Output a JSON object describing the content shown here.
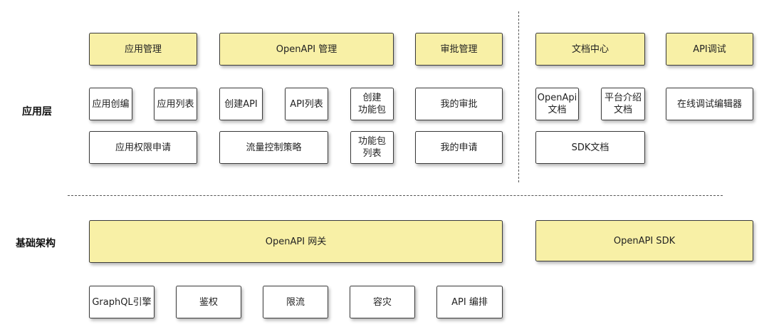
{
  "layers": {
    "application": "应用层",
    "infrastructure": "基础架构"
  },
  "application": {
    "app_management": {
      "title": "应用管理",
      "create": "应用创编",
      "list": "应用列表",
      "permission": "应用权限申请"
    },
    "openapi_management": {
      "title": "OpenAPI 管理",
      "create_api": "创建API",
      "api_list": "API列表",
      "create_package": "创建\n功能包",
      "flow_control": "流量控制策略",
      "package_list": "功能包\n列表"
    },
    "approval": {
      "title": "审批管理",
      "my_approval": "我的审批",
      "my_request": "我的申请"
    },
    "docs_center": {
      "title": "文档中心",
      "openapi_doc": "OpenApi\n文档",
      "platform_doc": "平台介绍\n文档",
      "sdk_doc": "SDK文档"
    },
    "api_debug": {
      "title": "API调试",
      "online_editor": "在线调试编辑器"
    }
  },
  "infrastructure": {
    "gateway": "OpenAPI 网关",
    "sdk": "OpenAPI SDK",
    "graphql": "GraphQL引擎",
    "auth": "鉴权",
    "rate_limit": "限流",
    "disaster": "容灾",
    "orchestration": "API 编排"
  },
  "colors": {
    "highlight": "#f8f0a6",
    "plain": "#ffffff",
    "border": "#3a3a3a"
  }
}
